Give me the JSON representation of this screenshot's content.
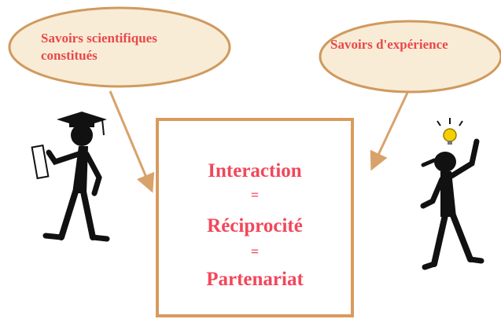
{
  "colors": {
    "bubble_fill": "#f9ecd6",
    "bubble_stroke": "#cf9a5f",
    "box_stroke": "#d99a5e",
    "text_red": "#e8484a",
    "figure": "#111111",
    "bulb": "#f5d000"
  },
  "bubbles": {
    "left": {
      "line1": "Savoirs scientifiques",
      "line2": "constitués"
    },
    "right": {
      "text": "Savoirs d'expérience"
    }
  },
  "center": {
    "line1": "Interaction",
    "sep1": "=",
    "line2": "Réciprocité",
    "sep2": "=",
    "line3": "Partenariat"
  },
  "icons": [
    "graduate-figure-icon",
    "lightbulb-figure-icon"
  ]
}
